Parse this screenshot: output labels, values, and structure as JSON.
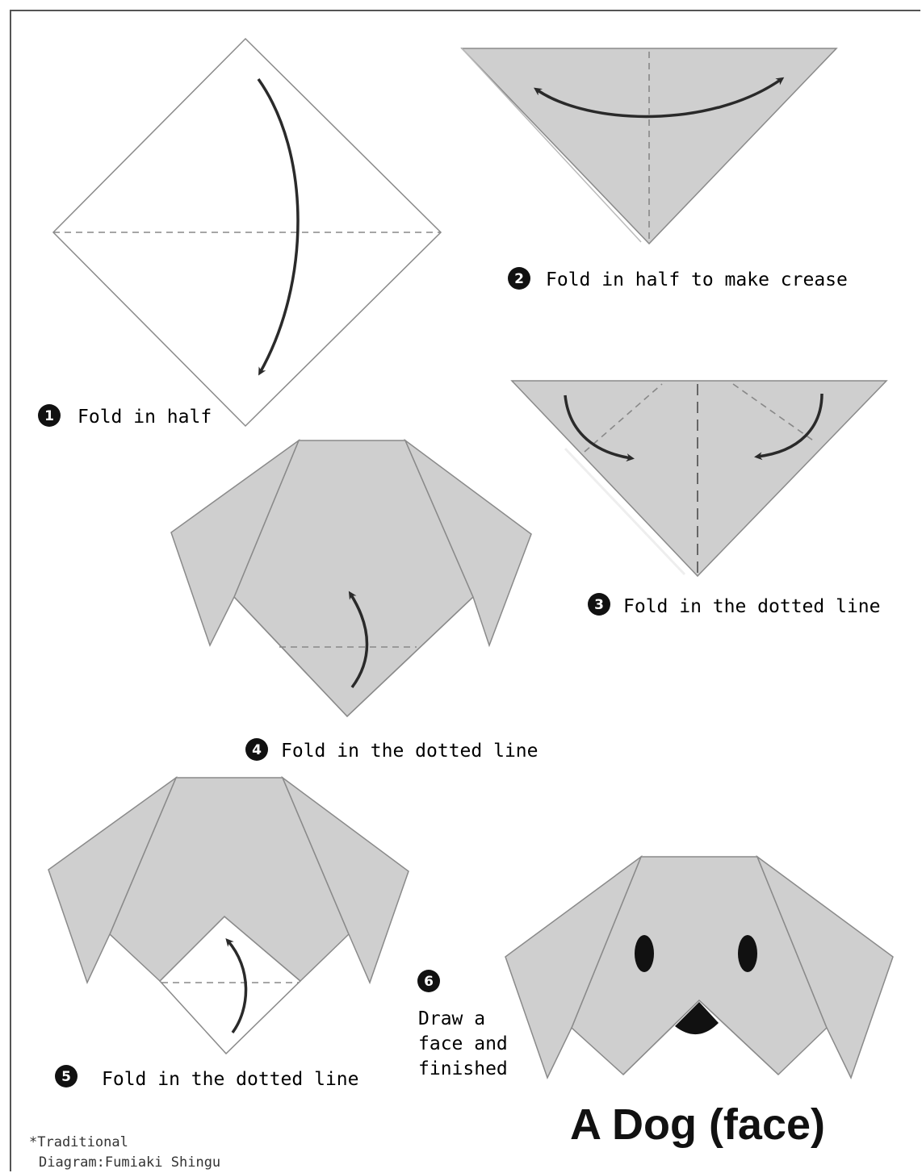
{
  "steps": [
    {
      "number": "1",
      "text": "Fold in half"
    },
    {
      "number": "2",
      "text": "Fold in half to make crease"
    },
    {
      "number": "3",
      "text": "Fold in the dotted line"
    },
    {
      "number": "4",
      "text": "Fold in the dotted line"
    },
    {
      "number": "5",
      "text": "Fold in the dotted line"
    },
    {
      "number": "6",
      "lines": [
        "Draw a",
        "face and",
        "finished"
      ]
    }
  ],
  "title": "A Dog (face)",
  "credits": [
    "*Traditional",
    "Diagram:Fumiaki Shingu"
  ],
  "colors": {
    "paper": "#cfcfcf",
    "paper_edge": "#8a8a8a",
    "ink": "#2a2a2a",
    "badge": "#111111"
  }
}
